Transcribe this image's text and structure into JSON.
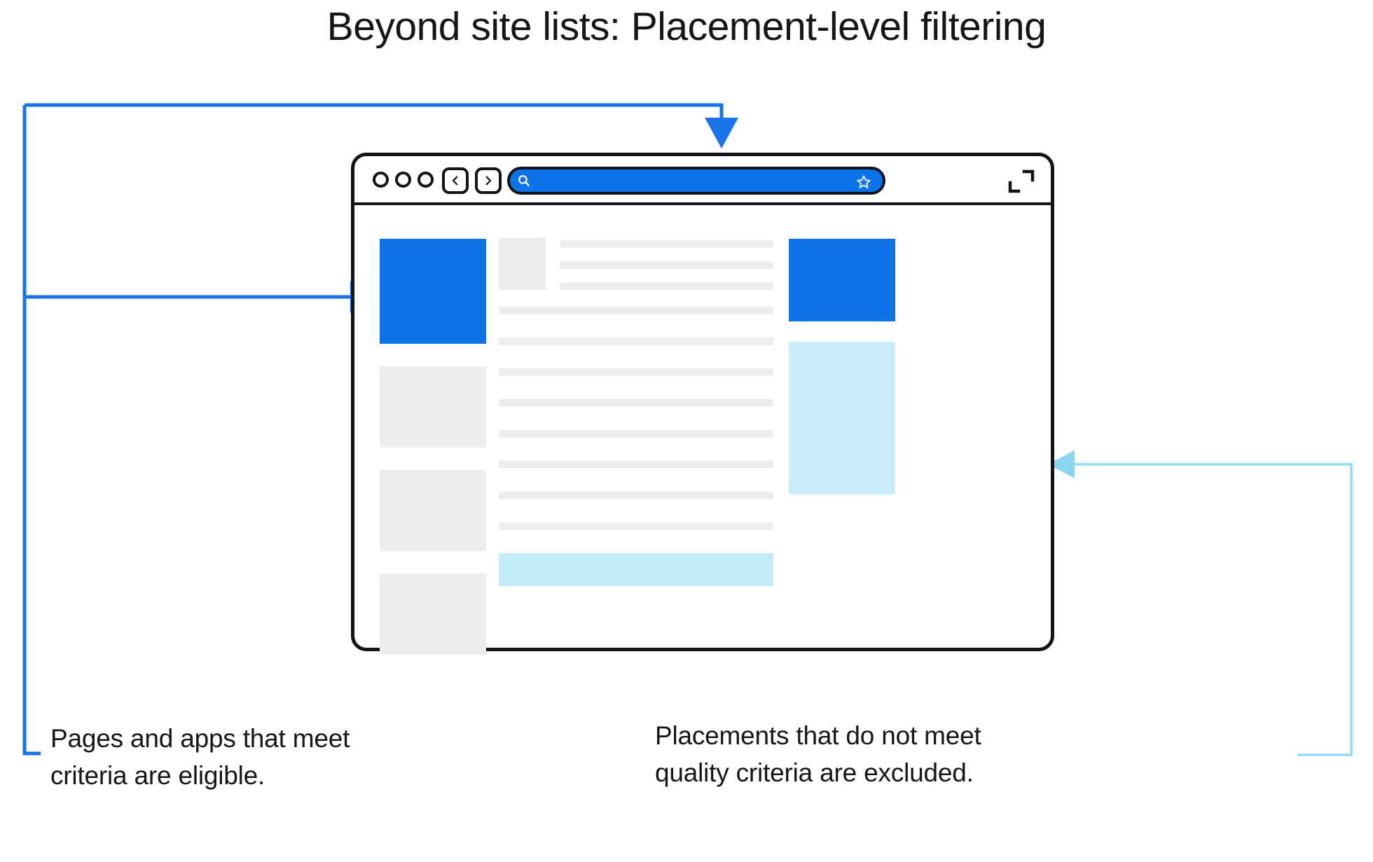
{
  "title": "Beyond site lists: Placement-level filtering",
  "colors": {
    "accent_blue": "#0b72e7",
    "light_blue": "#c9ebfa",
    "placeholder_gray": "#ededed",
    "outline_black": "#111418",
    "text_black": "#161616"
  },
  "browser": {
    "window_controls_icon": "three-dots",
    "back_icon": "chevron-left-icon",
    "forward_icon": "chevron-right-icon",
    "address_bar": {
      "value": "",
      "placeholder": "",
      "search_icon": "search-icon",
      "bookmark_icon": "star-icon"
    },
    "expand_icon": "fullscreen-icon"
  },
  "page_content": {
    "left_column": [
      {
        "type": "ad-slot",
        "state": "eligible"
      },
      {
        "type": "placeholder-block"
      },
      {
        "type": "placeholder-block"
      },
      {
        "type": "placeholder-block"
      }
    ],
    "middle_column": {
      "thumbnail_row": {
        "thumbnail": "image-placeholder",
        "lines": 3
      },
      "text_lines": 9,
      "bottom_banner": {
        "type": "ad-slot",
        "state": "excluded"
      }
    },
    "right_column": [
      {
        "type": "ad-slot",
        "state": "eligible"
      },
      {
        "type": "ad-slot",
        "state": "excluded"
      }
    ]
  },
  "callouts": {
    "left": {
      "text": "Pages and apps that meet criteria are eligible.",
      "line1": "Pages and apps that meet",
      "line2": "criteria are eligible.",
      "connector_color": "#1a73e8",
      "arrow_targets": [
        "page-top",
        "left-ad-slot"
      ]
    },
    "right": {
      "text": "Placements that do not meet quality criteria are excluded.",
      "line1": "Placements that do not meet",
      "line2": "quality criteria are excluded.",
      "connector_color": "#9cdcf5",
      "arrow_targets": [
        "right-excluded-slot"
      ]
    }
  }
}
